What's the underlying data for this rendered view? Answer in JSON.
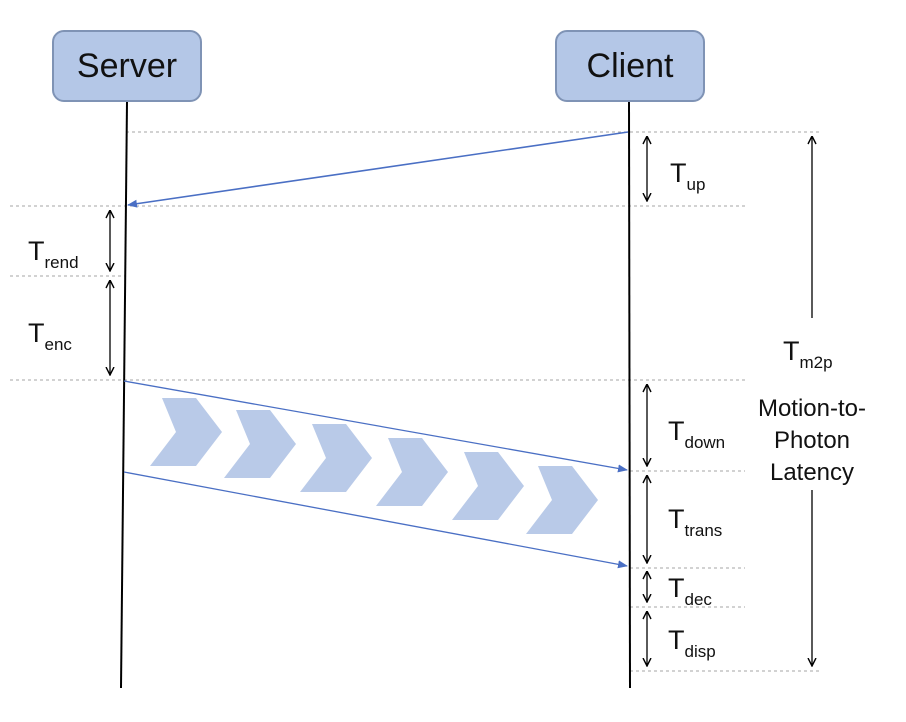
{
  "actors": {
    "server": "Server",
    "client": "Client"
  },
  "phases": {
    "up": {
      "base": "T",
      "sub": "up"
    },
    "rend": {
      "base": "T",
      "sub": "rend"
    },
    "enc": {
      "base": "T",
      "sub": "enc"
    },
    "down": {
      "base": "T",
      "sub": "down"
    },
    "trans": {
      "base": "T",
      "sub": "trans"
    },
    "dec": {
      "base": "T",
      "sub": "dec"
    },
    "disp": {
      "base": "T",
      "sub": "disp"
    },
    "m2p": {
      "base": "T",
      "sub": "m2p"
    }
  },
  "m2p_caption": {
    "line1": "Motion-to-",
    "line2": "Photon",
    "line3": "Latency"
  },
  "colors": {
    "actor_fill": "#b4c7e7",
    "actor_border": "#7f93b5",
    "message_arrow": "#4a6fc4",
    "chevron_fill": "#b9cae8",
    "dashed_guide": "#a6a6a6",
    "lifeline": "#000000"
  }
}
